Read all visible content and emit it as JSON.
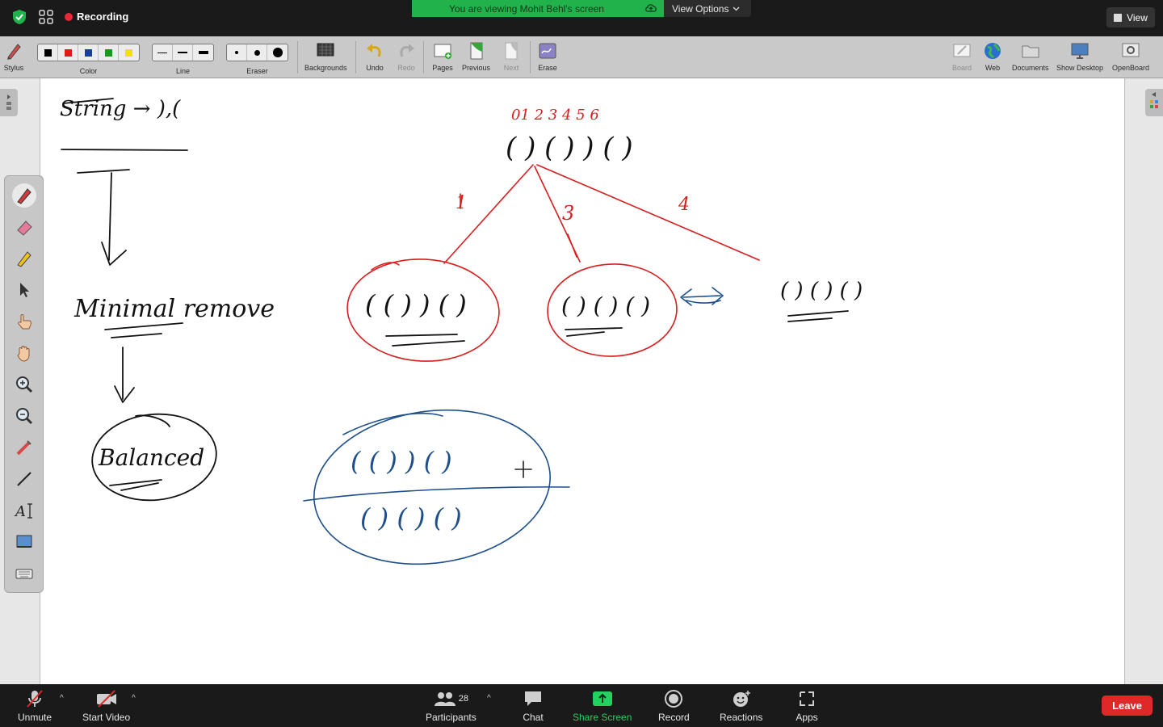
{
  "topbar": {
    "recording_label": "Recording",
    "viewing_banner": "You are viewing Mohit Behl's screen",
    "view_options_label": "View Options",
    "view_label": "View",
    "colors": {
      "recording_dot": "#e8283b",
      "banner": "#22b24c",
      "shield": "#22b24c"
    }
  },
  "whiteboard_toolbar": {
    "stylus": "Stylus",
    "color": "Color",
    "line": "Line",
    "eraser": "Eraser",
    "backgrounds": "Backgrounds",
    "undo": "Undo",
    "redo": "Redo",
    "pages": "Pages",
    "previous": "Previous",
    "next": "Next",
    "erase": "Erase",
    "board": "Board",
    "web": "Web",
    "documents": "Documents",
    "show_desktop": "Show Desktop",
    "openboard": "OpenBoard",
    "color_swatches": [
      "#000000",
      "#e01b1b",
      "#1a3f9a",
      "#1a9a1a",
      "#f2e200"
    ]
  },
  "whiteboard": {
    "handwriting": {
      "string_note": "String →   ),(",
      "minimal_remove": "Minimal remove",
      "balanced": "Balanced",
      "index_row": "01  2 3 4  5  6",
      "main_string": "( )  ( ) )  ( )",
      "branch_1": "1",
      "branch_3": "3",
      "branch_4": "4",
      "result_a": "( ( ) )  ( )",
      "result_b": "( ) ( ) ( )",
      "result_c": "( ) ( )  ( )",
      "blue_top": "( ( ) ) ( )",
      "blue_bottom": "( ) ( ) ( )"
    },
    "ink_colors": {
      "black": "#111111",
      "red": "#d81e1e",
      "blue": "#1d4f8a"
    }
  },
  "meeting_controls": {
    "unmute": "Unmute",
    "start_video": "Start Video",
    "participants": "Participants",
    "participants_count": "28",
    "chat": "Chat",
    "share_screen": "Share Screen",
    "record": "Record",
    "reactions": "Reactions",
    "apps": "Apps",
    "leave": "Leave"
  }
}
